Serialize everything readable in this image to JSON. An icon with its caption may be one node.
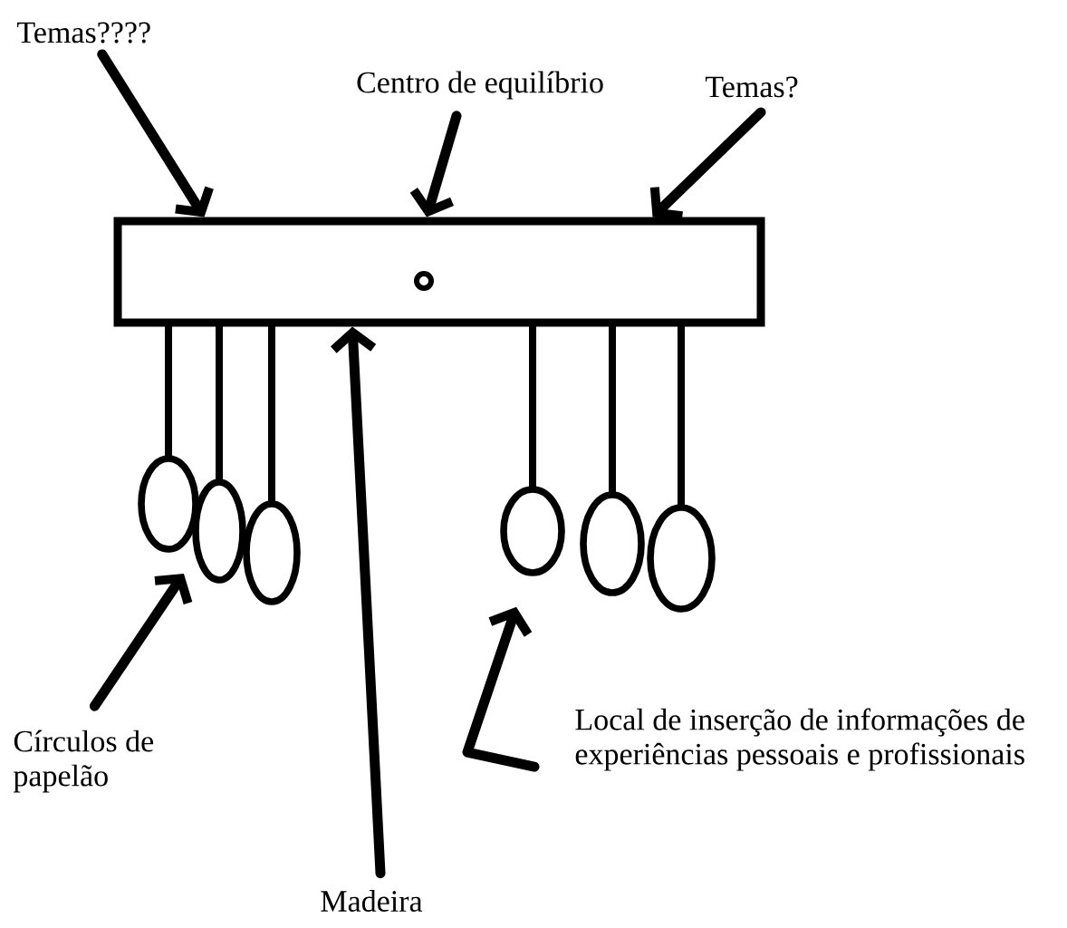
{
  "diagram": {
    "nodes": [
      {
        "text": [
          "Temas????"
        ]
      },
      {
        "text": [
          "Centro de equilíbrio"
        ]
      },
      {
        "text": [
          "Temas?"
        ]
      },
      {
        "text": [],
        "shape": "box"
      },
      {
        "text": [],
        "shape": "circle"
      },
      {
        "text": [],
        "shape": "circle"
      },
      {
        "text": [],
        "shape": "circle"
      },
      {
        "text": [],
        "shape": "circle"
      },
      {
        "text": [],
        "shape": "circle"
      },
      {
        "text": [],
        "shape": "circle"
      },
      {
        "text": [
          "Círculos de papelão"
        ]
      },
      {
        "text": [
          "Local de inserção de informações de experiências pessoais e profissionais"
        ]
      },
      {
        "text": [
          "Madeira"
        ]
      }
    ],
    "edges": [
      {
        "from": 0,
        "to": 3,
        "arrow": "to"
      },
      {
        "from": 1,
        "to": 3,
        "arrow": "to"
      },
      {
        "from": 2,
        "to": 3,
        "arrow": "to"
      },
      {
        "from": 3,
        "to": 4,
        "arrow": "none"
      },
      {
        "from": 3,
        "to": 5,
        "arrow": "none"
      },
      {
        "from": 3,
        "to": 6,
        "arrow": "none"
      },
      {
        "from": 3,
        "to": 7,
        "arrow": "none"
      },
      {
        "from": 3,
        "to": 8,
        "arrow": "none"
      },
      {
        "from": 3,
        "to": 9,
        "arrow": "none"
      },
      {
        "from": 10,
        "to": 5,
        "arrow": "to"
      },
      {
        "from": 11,
        "to": 7,
        "arrow": "to"
      },
      {
        "from": 12,
        "to": 3,
        "arrow": "to"
      }
    ]
  }
}
